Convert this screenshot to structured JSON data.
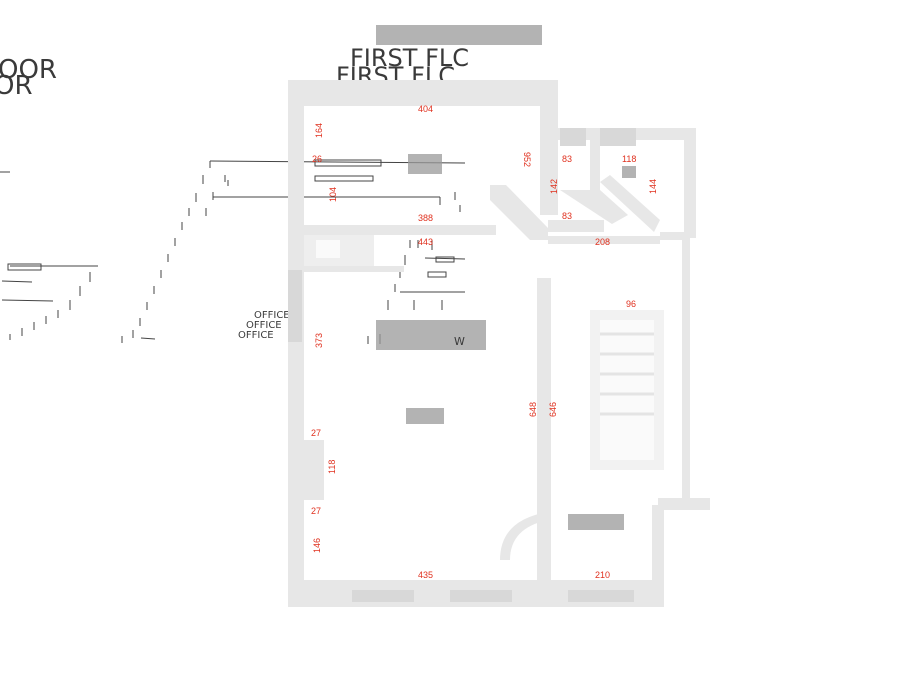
{
  "titles": {
    "left_top": "OOR",
    "left_bottom": "OR",
    "center_top": "FIRST FLC",
    "center_bottom": "FIRST FLC",
    "office_top": "OFFICE",
    "office_mid": "OFFICE",
    "office_bottom": "OFFICE",
    "wc": "W"
  },
  "dimensions": [
    {
      "id": "d404",
      "value": "404"
    },
    {
      "id": "d164",
      "value": "164"
    },
    {
      "id": "d26",
      "value": "26"
    },
    {
      "id": "d104",
      "value": "104"
    },
    {
      "id": "d952",
      "value": "952"
    },
    {
      "id": "d83a",
      "value": "83"
    },
    {
      "id": "d118a",
      "value": "118"
    },
    {
      "id": "d142",
      "value": "142"
    },
    {
      "id": "d144",
      "value": "144"
    },
    {
      "id": "d83b",
      "value": "83"
    },
    {
      "id": "d388",
      "value": "388"
    },
    {
      "id": "d443",
      "value": "443"
    },
    {
      "id": "d208",
      "value": "208"
    },
    {
      "id": "d96",
      "value": "96"
    },
    {
      "id": "d373",
      "value": "373"
    },
    {
      "id": "d648",
      "value": "648"
    },
    {
      "id": "d646",
      "value": "646"
    },
    {
      "id": "d27a",
      "value": "27"
    },
    {
      "id": "d118b",
      "value": "118"
    },
    {
      "id": "d27b",
      "value": "27"
    },
    {
      "id": "d146",
      "value": "146"
    },
    {
      "id": "d435",
      "value": "435"
    },
    {
      "id": "d210",
      "value": "210"
    }
  ],
  "colors": {
    "dimension_text": "#e0311f",
    "wall": "#e7e7e7",
    "line": "#555555"
  }
}
